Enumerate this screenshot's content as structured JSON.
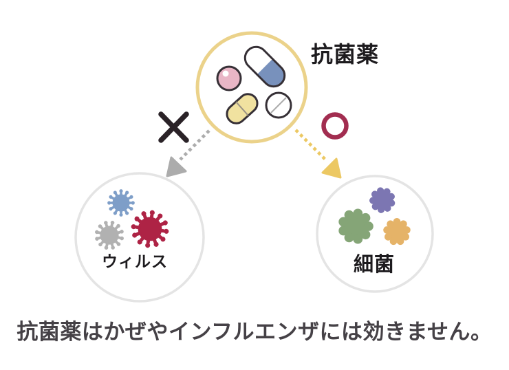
{
  "diagram": {
    "antibiotic": {
      "label": "抗菌薬"
    },
    "virus": {
      "label": "ウィルス",
      "mark": "×"
    },
    "bacteria": {
      "label": "細菌",
      "mark": "○"
    },
    "caption": "抗菌薬はかぜやインフルエンザには効きません。"
  },
  "colors": {
    "background": "#ffffff",
    "antibiotic_circle_border": "#EBD28A",
    "node_circle_border": "#E4E4E4",
    "node_circle_fill": "#FFFFFF",
    "capsule_blue": "#7891BC",
    "capsule_white": "#FFFFFF",
    "pill_pink": "#E9B6C6",
    "pill_yellow": "#F1E2A0",
    "tablet_white": "#FFFFFF",
    "pill_outline": "#363036",
    "pill_score_line": "#9B9384",
    "tablet_score_line": "#ABABAB",
    "pill_highlight": "#FFFFFF",
    "cross_mark": "#2A2227",
    "circle_mark": "#A22D50",
    "arrow_gray": "#ACACAC",
    "arrow_yellow": "#ECC863",
    "virus_blue": "#7E9EC8",
    "virus_gray": "#B1B1B1",
    "virus_red": "#AE2345",
    "germ_green": "#85A577",
    "germ_purple": "#7C76B2",
    "germ_orange": "#E5B368",
    "label_text": "#1D1B1E",
    "caption_text": "#454146"
  }
}
